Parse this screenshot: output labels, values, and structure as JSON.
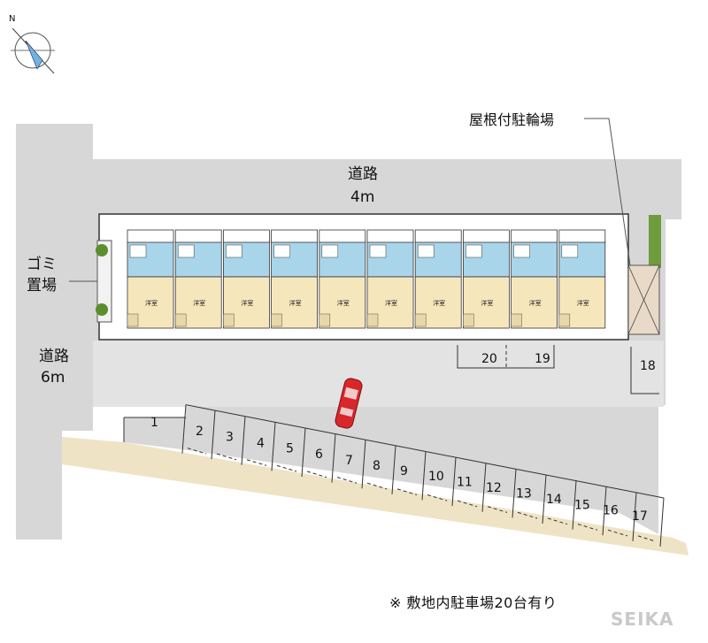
{
  "labels": {
    "road_top": "道路",
    "road_top_width": "4m",
    "road_left": "道路",
    "road_left_width": "6m",
    "trash_line1": "ゴミ",
    "trash_line2": "置場",
    "bike_parking": "屋根付駐輪場"
  },
  "compass": {
    "north_label": "N"
  },
  "unit_label": "洋室",
  "parking": {
    "row": [
      "1",
      "2",
      "3",
      "4",
      "5",
      "6",
      "7",
      "8",
      "9",
      "10",
      "11",
      "12",
      "13",
      "14",
      "15",
      "16",
      "17"
    ],
    "upper": [
      "20",
      "19"
    ],
    "side": "18"
  },
  "note": "※ 敷地内駐車場20台有り",
  "watermark": "SEIKA",
  "colors": {
    "road": "#d7d7d7",
    "lot": "#ececec",
    "hedge": "#6f9c3c",
    "unit_room": "#f6e6bb",
    "unit_bath": "#a9d5ea",
    "car": "#d9262b",
    "beige_strip": "#efe3c6"
  }
}
